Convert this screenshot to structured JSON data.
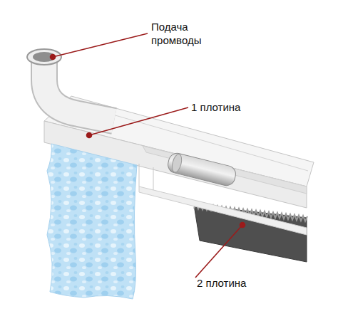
{
  "diagram": {
    "labels": [
      "Подача промводы",
      "1 плотина",
      "2 плотина"
    ]
  }
}
